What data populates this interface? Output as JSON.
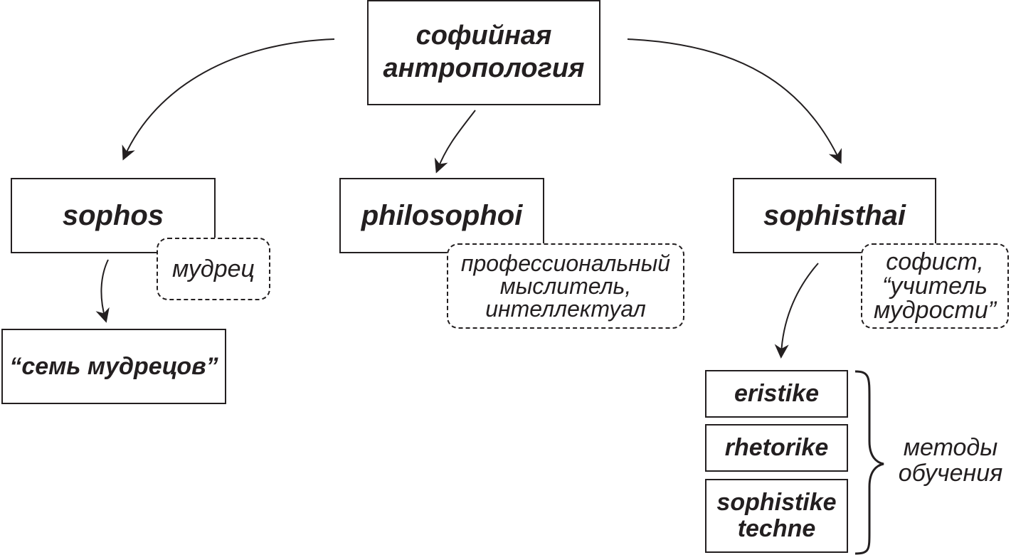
{
  "root": {
    "line1": "софийная",
    "line2": "антропология"
  },
  "branches": {
    "sophos": {
      "label": "sophos",
      "note": "мудрец",
      "child": "“семь мудрецов”"
    },
    "philosophoi": {
      "label": "philosophoi",
      "note_lines": [
        "профессиональный",
        "мыслитель,",
        "интеллектуал"
      ]
    },
    "sophisthai": {
      "label": "sophisthai",
      "note_lines": [
        "софист,",
        "“учитель",
        "мудрости”"
      ]
    }
  },
  "methods": {
    "items": [
      "eristike",
      "rhetorike"
    ],
    "item3_lines": [
      "sophistike",
      "techne"
    ],
    "label_lines": [
      "методы",
      "обучения"
    ]
  }
}
